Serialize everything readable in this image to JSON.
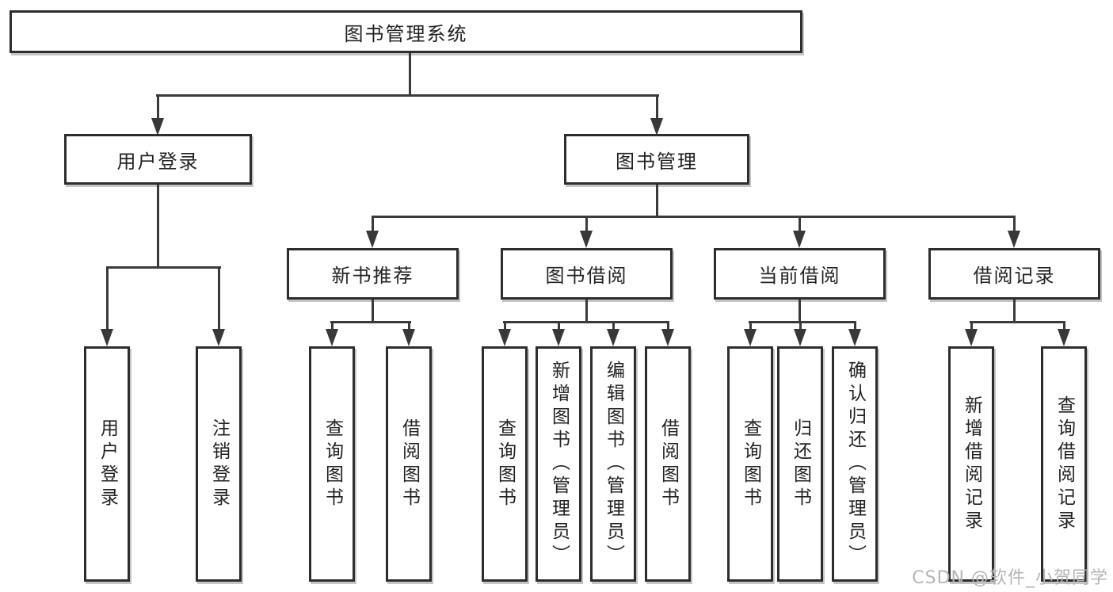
{
  "diagram": {
    "root": {
      "label": "图书管理系统"
    },
    "branches": [
      {
        "label": "用户登录",
        "children": [
          {
            "label": "用户登录"
          },
          {
            "label": "注销登录"
          }
        ]
      },
      {
        "label": "图书管理",
        "children": [
          {
            "label": "新书推荐",
            "children": [
              {
                "label": "查询图书"
              },
              {
                "label": "借阅图书"
              }
            ]
          },
          {
            "label": "图书借阅",
            "children": [
              {
                "label": "查询图书"
              },
              {
                "label": "新增图书（管理员）"
              },
              {
                "label": "编辑图书（管理员）"
              },
              {
                "label": "借阅图书"
              }
            ]
          },
          {
            "label": "当前借阅",
            "children": [
              {
                "label": "查询图书"
              },
              {
                "label": "归还图书"
              },
              {
                "label": "确认归还（管理员）"
              }
            ]
          },
          {
            "label": "借阅记录",
            "children": [
              {
                "label": "新增借阅记录"
              },
              {
                "label": "查询借阅记录"
              }
            ]
          }
        ]
      }
    ],
    "watermark": "CSDN @软件_小贺同学",
    "colors": {
      "line": "#3a3a3a",
      "border": "#2d2d2d",
      "text": "#222222",
      "watermark": "#b5b5b5",
      "background": "#ffffff"
    }
  }
}
